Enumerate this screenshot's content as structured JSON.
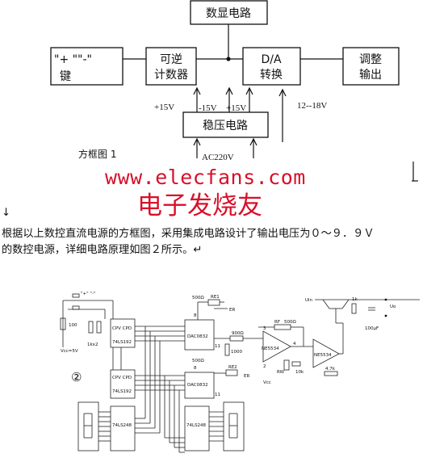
{
  "block_diagram": {
    "display_circuit": "数显电路",
    "key_line1": "\"+ \"\"-\"",
    "key_line2": "键",
    "counter_line1": "可逆",
    "counter_line2": "计数器",
    "da_line1": "D/A",
    "da_line2": "转换",
    "adjust_line1": "调整",
    "adjust_line2": "输出",
    "regulator": "稳压电路",
    "label_p15_left": "+15V",
    "label_m15": "-15V",
    "label_p15_right": "+15V",
    "label_12_18": "12--18V",
    "label_ac": "AC220V",
    "caption": "方框图 1"
  },
  "watermark": {
    "url": "www.elecfans.com",
    "name": "电子发烧友"
  },
  "text": {
    "arrow_mark": "↓",
    "paragraph_line1": "根据以上数控直流电源的方框图，采用集成电路设计了输出电压为０～９．９Ｖ",
    "paragraph_line2": "的数控电源，详细电路原理如图２所示。↵"
  },
  "schematic": {
    "fig_number": "②",
    "ic_74ls192_top": "74LS192",
    "ic_74ls192_bottom": "74LS192",
    "ic_dac_top": "DAC0832",
    "ic_dac_bottom": "DAC0832",
    "ic_74ls248_left": "74LS248",
    "ic_74ls248_right": "74LS248",
    "op_amp_1": "NE5534",
    "op_amp_2": "NE5534",
    "cpv_cpd_top": "CPV CPD",
    "cpv_cpd_bottom": "CPV CPD",
    "r_500_top": "500Ω",
    "r_500_bottom": "500Ω",
    "r_900": "900Ω",
    "r_1000": "1000",
    "rf": "RF",
    "rf_500": "500Ω",
    "rw": "RW",
    "r_10k": "10k",
    "r_4k7": "4.7k",
    "r_1k": "1k",
    "c_100uf": "100μF",
    "re1": "RE1",
    "re2": "RE2",
    "er_top": "ER",
    "er_bottom": "ER",
    "vcc_5v": "Vcc=5V",
    "vcc": "Vcc",
    "uin": "Uin",
    "uo": "Uo",
    "r_100": "100",
    "r_1k2": "1kx2",
    "plus_minus": "\"+\"  \"-\"",
    "pin_8_top": "8",
    "pin_11_top": "11",
    "pin_8_bottom": "8",
    "pin_11_bottom": "11",
    "pin_3": "3",
    "pin_4": "4",
    "pin_2": "2"
  }
}
